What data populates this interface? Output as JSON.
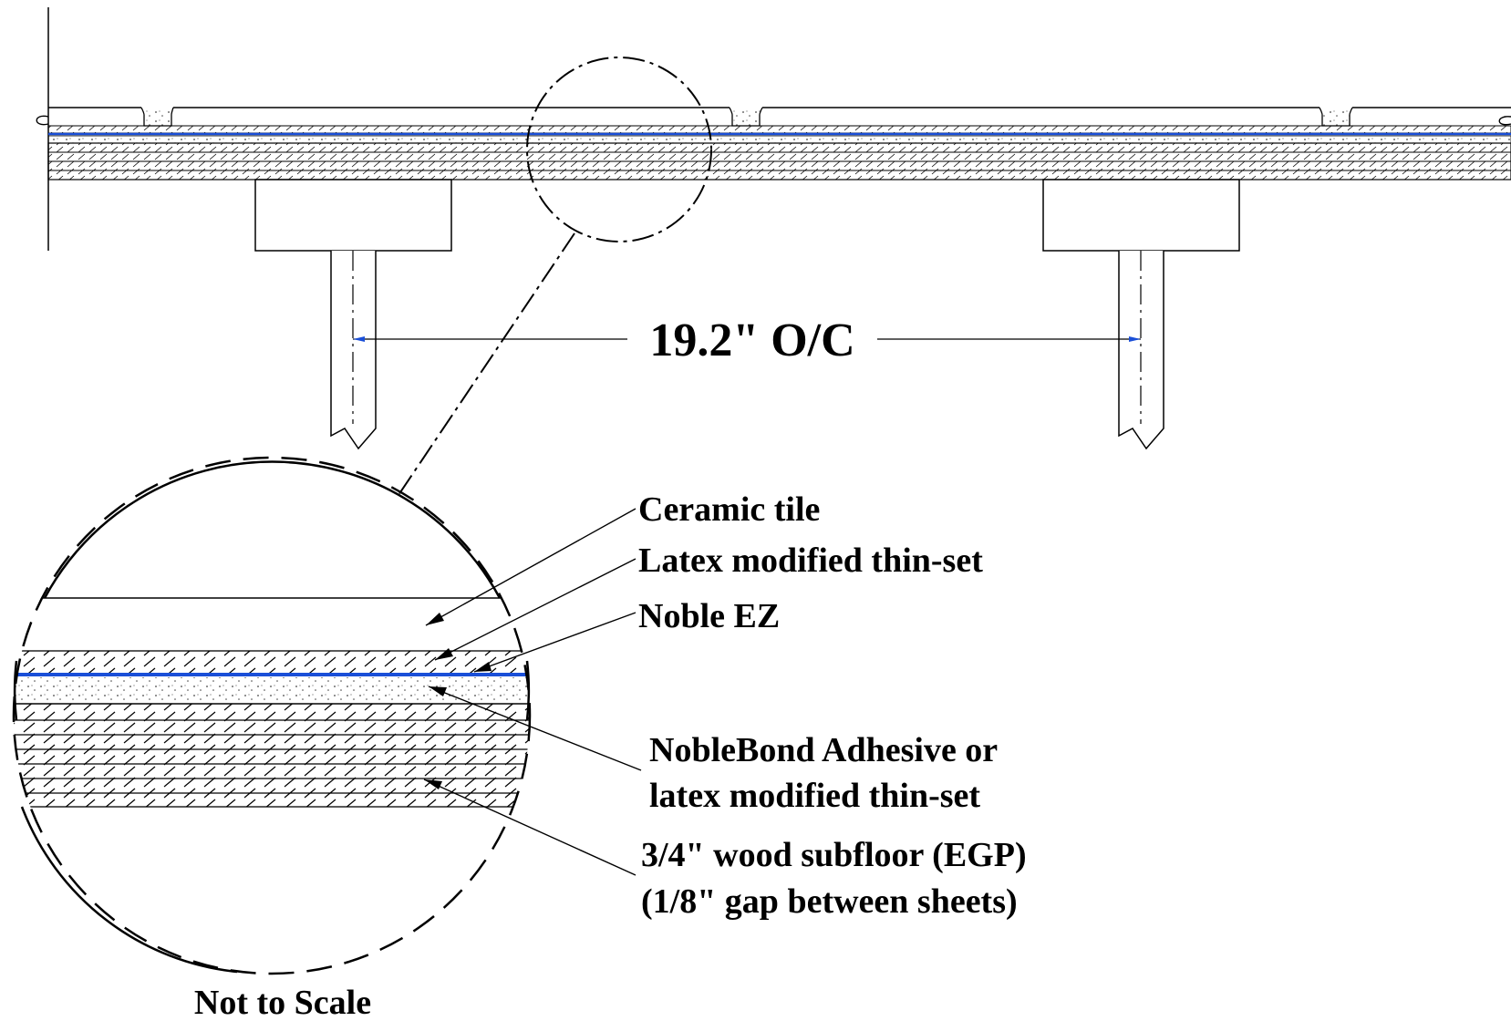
{
  "dimension": {
    "text": "19.2\" O/C"
  },
  "labels": {
    "ceramic_tile": "Ceramic tile",
    "thinset": "Latex modified thin-set",
    "noble_ez": "Noble EZ",
    "adhesive_line1": "NobleBond Adhesive or",
    "adhesive_line2": "latex modified thin-set",
    "subfloor_line1": "3/4\" wood subfloor (EGP)",
    "subfloor_line2": "(1/8\" gap between sheets)"
  },
  "scale_note": "Not to Scale",
  "colors": {
    "membrane": "#1a4fd8",
    "ink": "#000000"
  }
}
